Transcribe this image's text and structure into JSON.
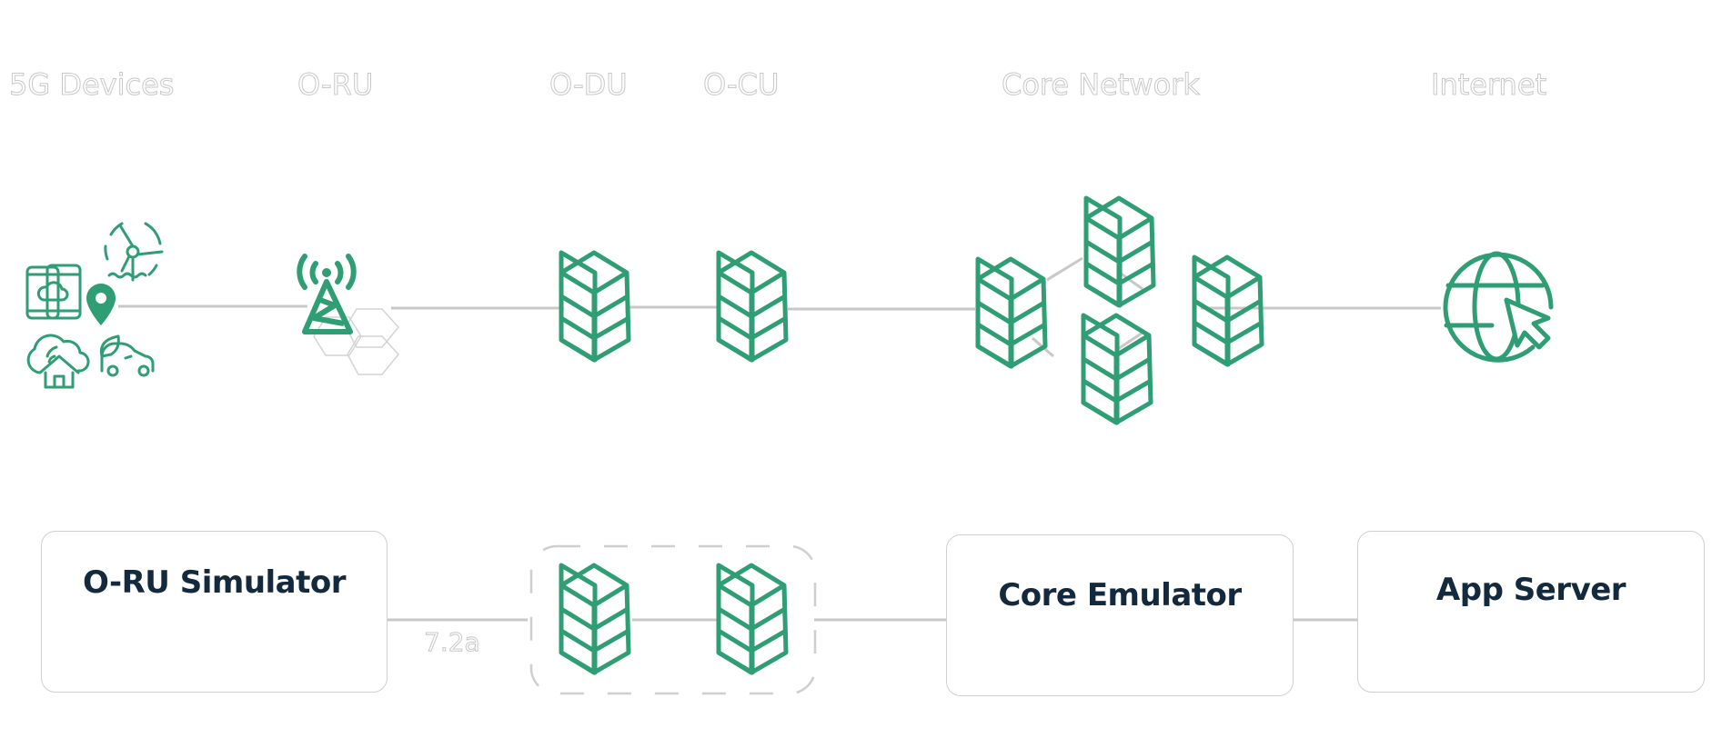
{
  "columns": [
    {
      "id": "devices",
      "label": "5G Devices"
    },
    {
      "id": "oru",
      "label": "O-RU"
    },
    {
      "id": "odu",
      "label": "O-DU"
    },
    {
      "id": "ocu",
      "label": "O-CU"
    },
    {
      "id": "core",
      "label": "Core Network"
    },
    {
      "id": "internet",
      "label": "Internet"
    }
  ],
  "bottom": {
    "oru_simulator": {
      "title": "O-RU Simulator"
    },
    "interface_label": "7.2a",
    "core_emulator": {
      "title": "Core Emulator"
    },
    "app_server": {
      "title": "App Server"
    }
  },
  "icons": {
    "devices": [
      "smartphones-cloud-icon",
      "wind-turbine-icon",
      "location-pin-icon",
      "smart-home-cloud-icon",
      "eco-car-icon"
    ],
    "oru": "cell-tower-icon",
    "odu": "server-stack-icon",
    "ocu": "server-stack-icon",
    "core": "server-stack-icon",
    "internet": "globe-cursor-icon",
    "brand": "dot-network-logo-icon"
  },
  "colors": {
    "accent_green": "#2f9e74",
    "title_navy": "#13293d",
    "logo_orange": "#ef7b2d",
    "line_gray": "#c8c8c8"
  }
}
